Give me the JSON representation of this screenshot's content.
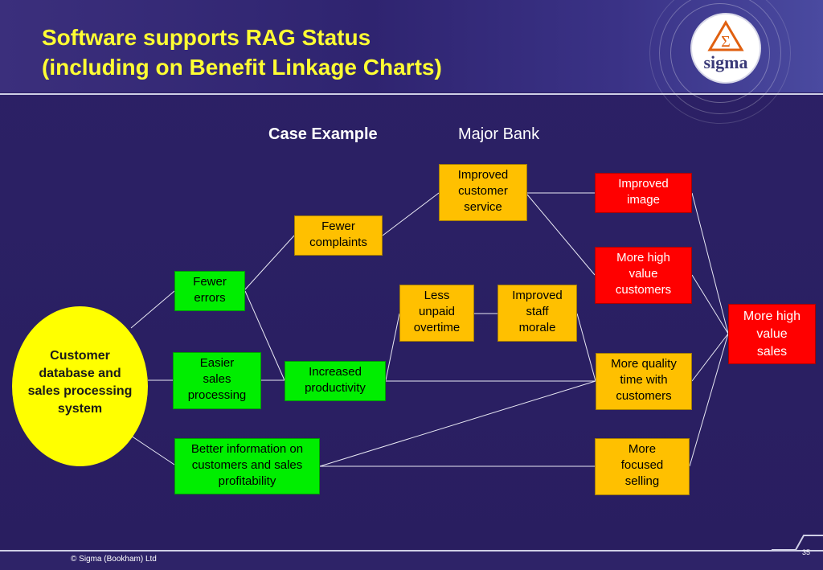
{
  "title": {
    "line1": "Software supports RAG Status",
    "line2": "(including on Benefit Linkage Charts)"
  },
  "logo": {
    "text": "sigma",
    "symbol": "Σ"
  },
  "case": {
    "label": "Case Example",
    "value": "Major Bank"
  },
  "nodes": {
    "source": "Customer\ndatabase and\nsales processing\nsystem",
    "fewer_errors": "Fewer\nerrors",
    "easier_sales": "Easier\nsales\nprocessing",
    "better_info": "Better information on\ncustomers  and sales\nprofitability",
    "fewer_complaints": "Fewer\ncomplaints",
    "increased_productivity": "Increased\nproductivity",
    "improved_service": "Improved\ncustomer\nservice",
    "less_overtime": "Less\nunpaid\novertime",
    "improved_morale": "Improved\nstaff\nmorale",
    "improved_image": "Improved\nimage",
    "more_high_value_customers": "More high\nvalue\ncustomers",
    "more_quality_time": "More quality\ntime with\ncustomers",
    "more_focused": "More\nfocused\nselling",
    "more_high_value_sales": "More high\nvalue\nsales"
  },
  "rag_colors": {
    "green": "#00ee00",
    "amber": "#ffc000",
    "red": "#ff0000"
  },
  "footer": {
    "copyright": "© Sigma (Bookham) Ltd",
    "page": "35"
  }
}
